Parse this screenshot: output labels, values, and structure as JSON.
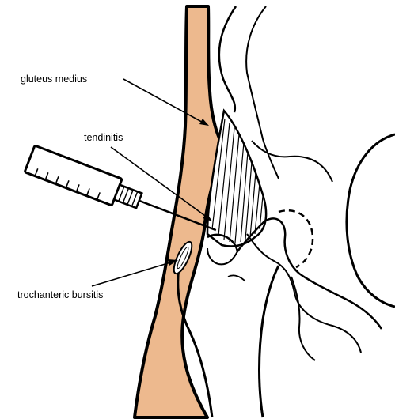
{
  "labels": {
    "gluteus_medius": "gluteus medius",
    "tendinitis": "tendinitis",
    "trochanteric_bursitis": "trochanteric bursitis"
  },
  "colors": {
    "muscle_fill": "#EDB98E",
    "line": "#000000",
    "background": "#FFFFFF"
  }
}
